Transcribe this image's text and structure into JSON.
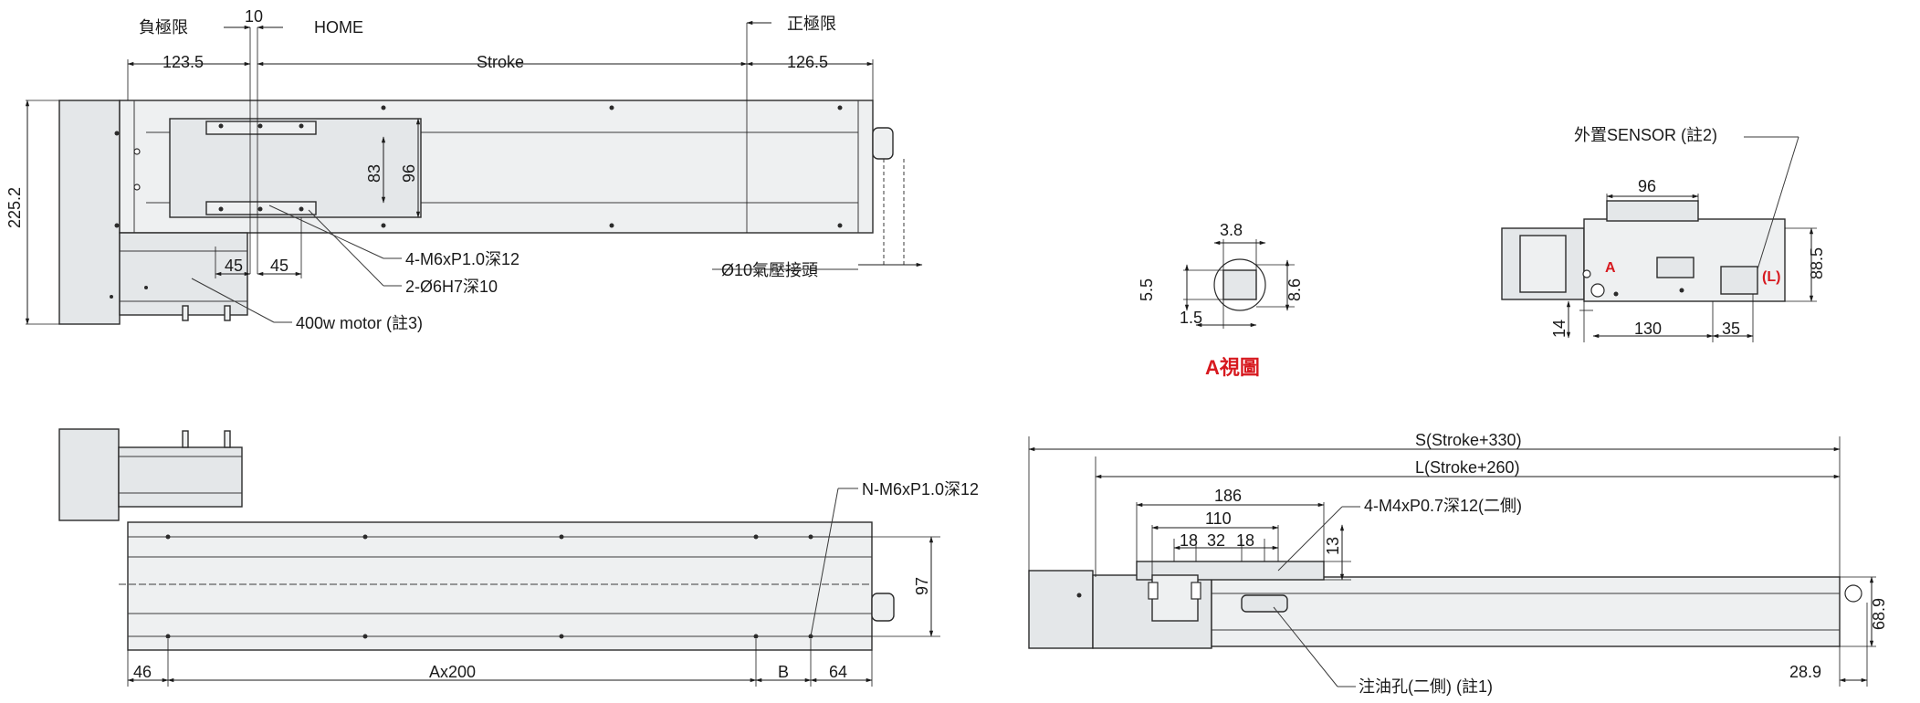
{
  "top_view": {
    "neg_limit": "負極限",
    "home_offset": "10",
    "home": "HOME",
    "pos_limit": "正極限",
    "left_offset": "123.5",
    "stroke": "Stroke",
    "right_offset": "126.5",
    "height": "225.2",
    "inner_width": "83",
    "carriage_width": "96",
    "pitch_left": "45",
    "pitch_right": "45",
    "tapped_holes": "4-M6xP1.0深12",
    "pin_holes": "2-Ø6H7深10",
    "motor": "400w motor (註3)",
    "air_fitting": "Ø10氣壓接頭"
  },
  "a_view": {
    "title": "A視圖",
    "width": "3.8",
    "height": "5.5",
    "outer": "8.6",
    "offset": "1.5"
  },
  "end_view": {
    "sensor": "外置SENSOR (註2)",
    "carriage_width": "96",
    "height": "88.5",
    "width": "130",
    "offset": "35",
    "base": "14",
    "marker_a": "A",
    "marker_l": "(L)"
  },
  "bottom_view": {
    "taps": "N-M6xP1.0深12",
    "left_offset": "46",
    "pitch": "Ax200",
    "b": "B",
    "right_offset": "64",
    "hole_span": "97"
  },
  "side_view": {
    "total": "S(Stroke+330)",
    "length": "L(Stroke+260)",
    "carriage": "186",
    "inner": "110",
    "pitch_a": "18",
    "pitch_b": "32",
    "pitch_c": "18",
    "carriage_height": "13",
    "taps": "4-M4xP0.7深12(二側)",
    "height": "68.9",
    "end_offset": "28.9",
    "lube": "注油孔(二側) (註1)"
  }
}
